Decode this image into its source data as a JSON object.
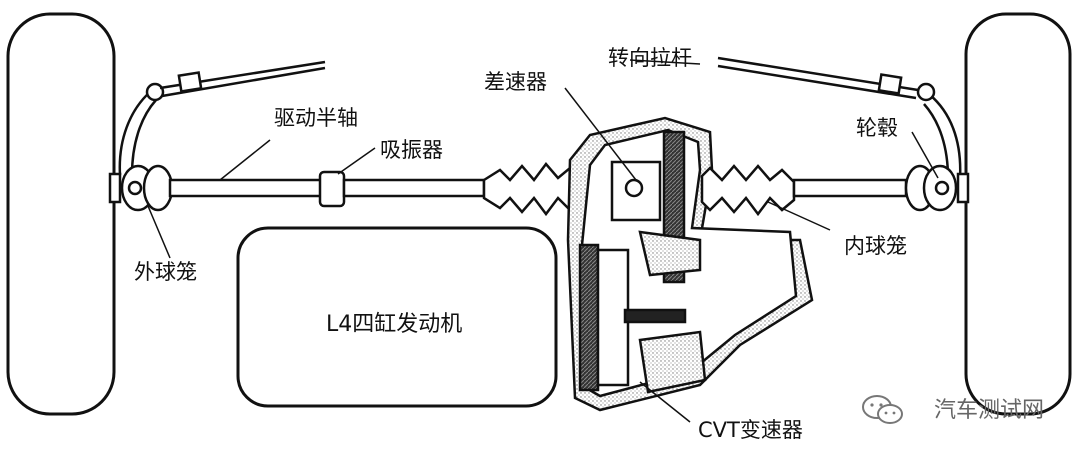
{
  "diagram": {
    "labels": {
      "drive_half_shaft": "驱动半轴",
      "damper": "吸振器",
      "differential": "差速器",
      "tie_rod": "转向拉杆",
      "wheel_hub": "轮毂",
      "outer_cv_joint": "外球笼",
      "inner_cv_joint": "内球笼",
      "engine": "L4四缸发动机",
      "cvt": "CVT变速器"
    },
    "watermark": "汽车测试网",
    "icons": [
      "wechat-icon"
    ],
    "colors": {
      "line": "#111111",
      "stipple": "#c8c8c8",
      "background": "#ffffff"
    }
  }
}
